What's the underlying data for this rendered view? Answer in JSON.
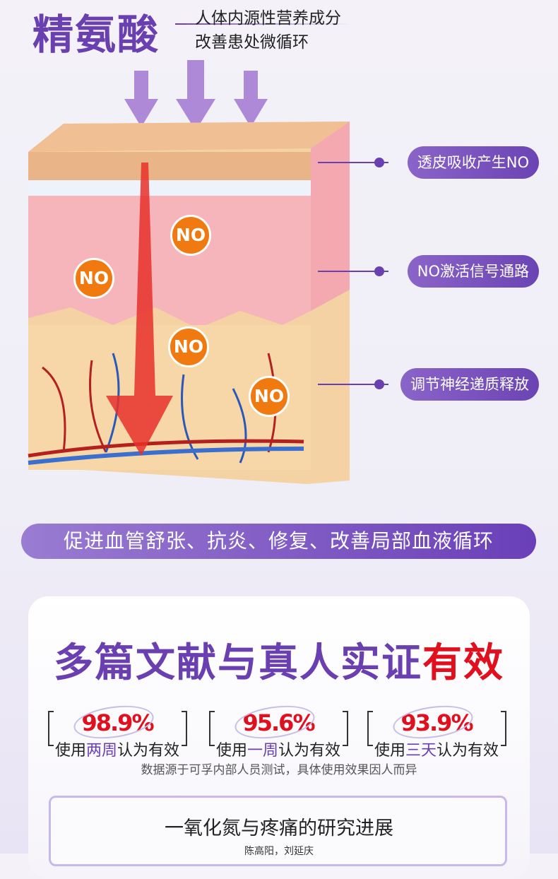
{
  "header": {
    "title": "精氨酸",
    "line1": "人体内源性营养成分",
    "line2": "改善患处微循环"
  },
  "diagram": {
    "no_label": "NO",
    "callouts": [
      "透皮吸收产生NO",
      "NO激活信号通路",
      "调节神经递质释放"
    ]
  },
  "banner": "促进血管舒张、抗炎、修复、改善局部血液循环",
  "section": {
    "title_main": "多篇文献与真人实证",
    "title_red": "有效"
  },
  "stats": [
    {
      "value": "98.9%",
      "pre": "使用",
      "hl": "两周",
      "post": "认为有效"
    },
    {
      "value": "95.6%",
      "pre": "使用",
      "hl": "一周",
      "post": "认为有效"
    },
    {
      "value": "93.9%",
      "pre": "使用",
      "hl": "三天",
      "post": "认为有效"
    }
  ],
  "note": "数据源于可孚内部人员测试，具体使用效果因人而异",
  "paper": {
    "title": "一氧化氮与疼痛的研究进展",
    "authors": "陈高阳，刘延庆"
  }
}
